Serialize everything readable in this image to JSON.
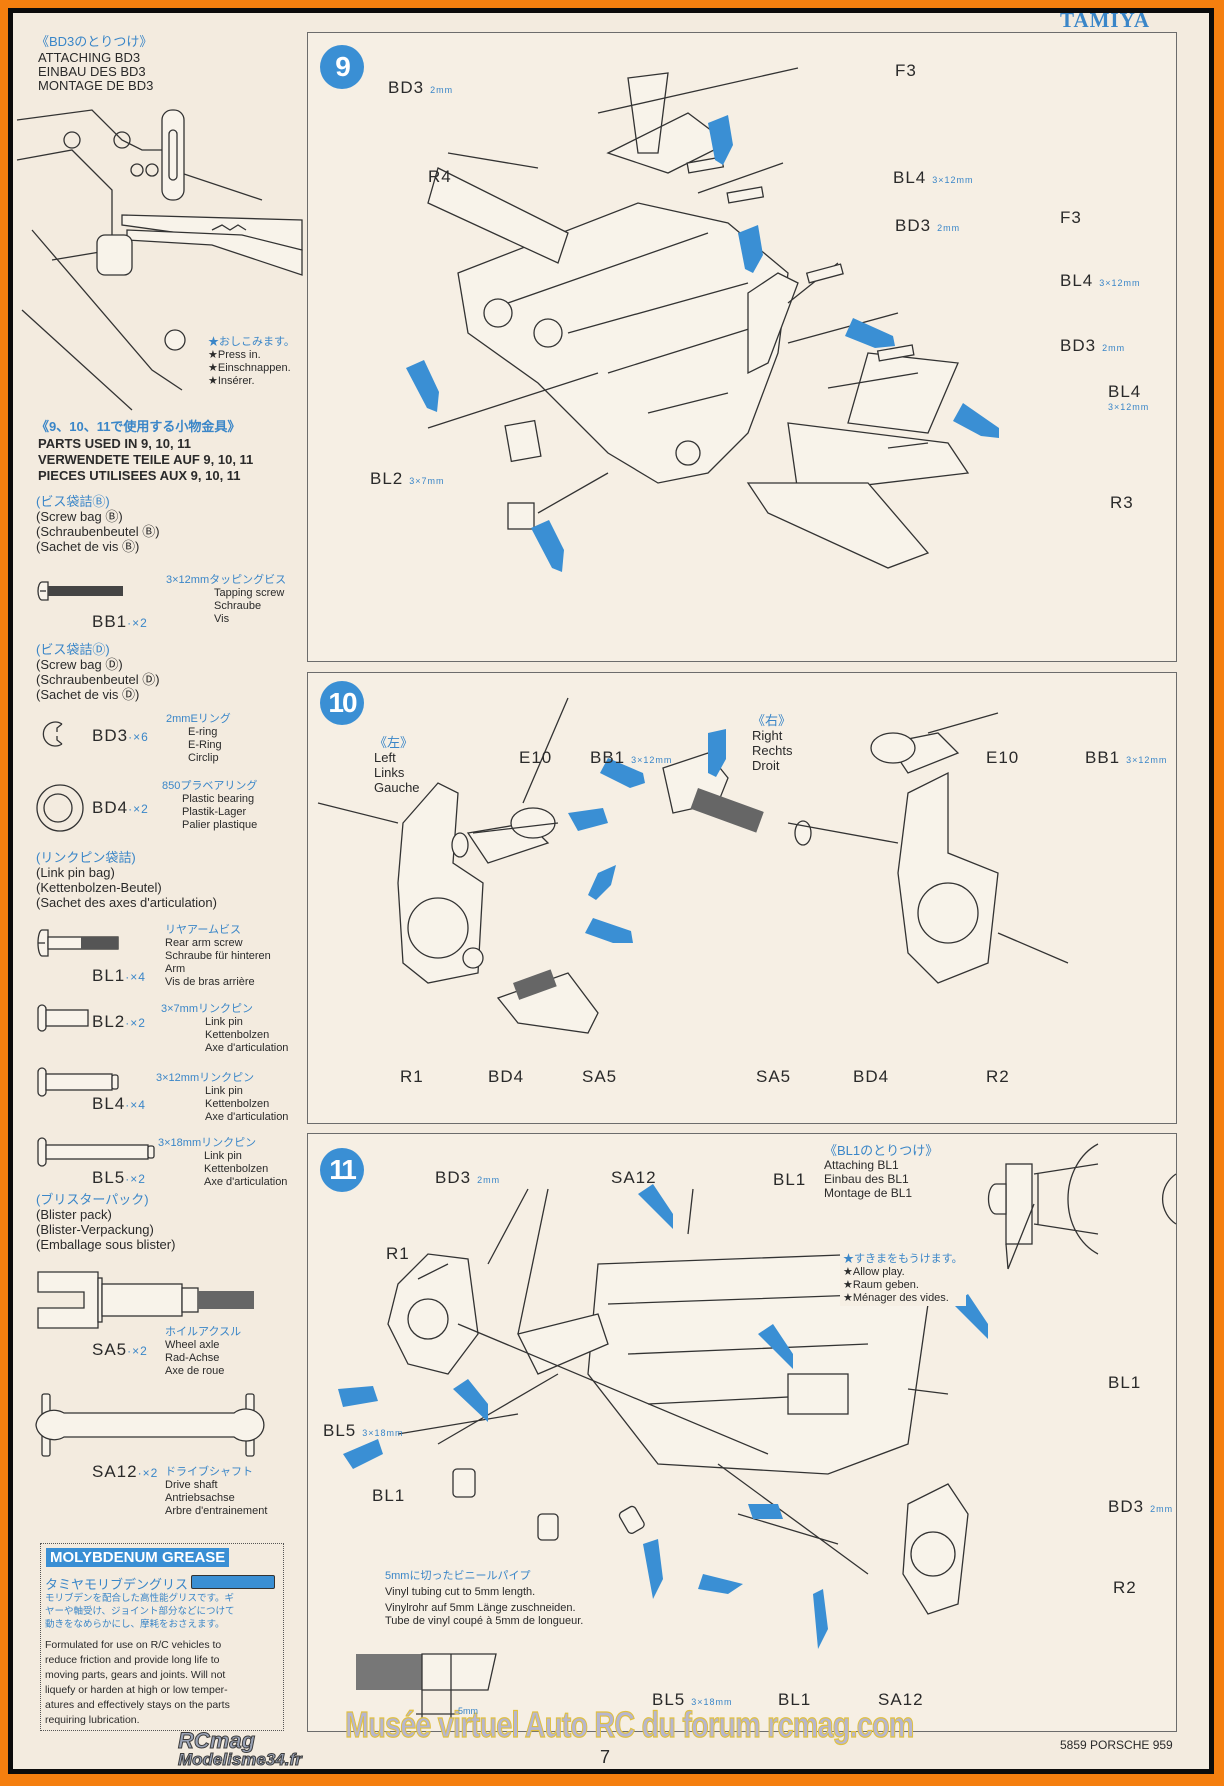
{
  "brand": "TAMIYA",
  "left_column": {
    "attach_bd3": {
      "title_jp": "《BD3のとりつけ》",
      "lines": [
        "ATTACHING BD3",
        "EINBAU DES BD3",
        "MONTAGE DE BD3"
      ],
      "note": [
        "★おしこみます。",
        "★Press in.",
        "★Einschnappen.",
        "★Insérer."
      ]
    },
    "parts_used": {
      "title_jp": "《9、10、11で使用する小物金具》",
      "lines": [
        "PARTS USED IN 9, 10, 11",
        "VERWENDETE TEILE AUF 9, 10, 11",
        "PIECES UTILISEES AUX 9, 10, 11"
      ]
    },
    "screw_bag_b": {
      "title_jp": "(ビス袋詰Ⓑ)",
      "lines": [
        "(Screw bag Ⓑ)",
        "(Schraubenbeutel Ⓑ)",
        "(Sachet de vis Ⓑ)"
      ]
    },
    "screw_bag_d": {
      "title_jp": "(ビス袋詰Ⓓ)",
      "lines": [
        "(Screw bag Ⓓ)",
        "(Schraubenbeutel Ⓓ)",
        "(Sachet de vis Ⓓ)"
      ]
    },
    "link_pin_bag": {
      "title_jp": "(リンクピン袋詰)",
      "lines": [
        "(Link pin bag)",
        "(Kettenbolzen-Beutel)",
        "(Sachet des axes d'articulation)"
      ]
    },
    "blister_pack": {
      "title_jp": "(ブリスターパック)",
      "lines": [
        "(Blister pack)",
        "(Blister-Verpackung)",
        "(Emballage sous blister)"
      ]
    },
    "parts": [
      {
        "code": "BB1",
        "qty": "·×2",
        "jp": "3×12mmタッピングビス",
        "desc": [
          "Tapping screw",
          "Schraube",
          "Vis"
        ]
      },
      {
        "code": "BD3",
        "qty": "·×6",
        "jp": "2mmEリング",
        "desc": [
          "E-ring",
          "E-Ring",
          "Circlip"
        ]
      },
      {
        "code": "BD4",
        "qty": "·×2",
        "jp": "850プラベアリング",
        "desc": [
          "Plastic bearing",
          "Plastik-Lager",
          "Palier plastique"
        ]
      },
      {
        "code": "BL1",
        "qty": "·×4",
        "jp": "リヤアームビス",
        "desc": [
          "Rear arm screw",
          "Schraube für hinteren",
          "Arm",
          "Vis de bras arrière"
        ]
      },
      {
        "code": "BL2",
        "qty": "·×2",
        "jp": "3×7mmリンクピン",
        "desc": [
          "Link pin",
          "Kettenbolzen",
          "Axe d'articulation"
        ]
      },
      {
        "code": "BL4",
        "qty": "·×4",
        "jp": "3×12mmリンクピン",
        "desc": [
          "Link pin",
          "Kettenbolzen",
          "Axe d'articulation"
        ]
      },
      {
        "code": "BL5",
        "qty": "·×2",
        "jp": "3×18mmリンクピン",
        "desc": [
          "Link pin",
          "Kettenbolzen",
          "Axe d'articulation"
        ]
      },
      {
        "code": "SA5",
        "qty": "·×2",
        "jp": "ホイルアクスル",
        "desc": [
          "Wheel axle",
          "Rad-Achse",
          "Axe de roue"
        ]
      },
      {
        "code": "SA12",
        "qty": "·×2",
        "jp": "ドライブシャフト",
        "desc": [
          "Drive shaft",
          "Antriebsachse",
          "Arbre d'entrainement"
        ]
      }
    ],
    "grease": {
      "logo": "MOLYBDENUM GREASE",
      "jp_title": "タミヤモリブデングリス",
      "jp_text": [
        "モリブデンを配合した高性能グリスです。ギ",
        "ヤーや軸受け、ジョイント部分などにつけて",
        "動きをなめらかにし、摩耗をおさえます。"
      ],
      "en_text": [
        "Formulated for use on R/C vehicles to",
        "reduce friction and provide long life to",
        "moving parts, gears and joints. Will not",
        "liquefy or harden at high or low temper-",
        "atures and effectively stays on the parts",
        "requiring lubrication."
      ]
    }
  },
  "step9": {
    "number": "9",
    "labels": [
      {
        "text": "BD3",
        "size": "2mm"
      },
      {
        "text": "F3",
        "size": ""
      },
      {
        "text": "R4",
        "size": ""
      },
      {
        "text": "BL4",
        "size": "3×12mm"
      },
      {
        "text": "BD3",
        "size": "2mm"
      },
      {
        "text": "F3",
        "size": ""
      },
      {
        "text": "BL4",
        "size": "3×12mm"
      },
      {
        "text": "BD3",
        "size": "2mm"
      },
      {
        "text": "BL4",
        "size": "3×12mm"
      },
      {
        "text": "BL2",
        "size": "3×7mm"
      },
      {
        "text": "R3",
        "size": ""
      }
    ]
  },
  "step10": {
    "number": "10",
    "left": {
      "jp": "《左》",
      "lines": [
        "Left",
        "Links",
        "Gauche"
      ]
    },
    "right": {
      "jp": "《右》",
      "lines": [
        "Right",
        "Rechts",
        "Droit"
      ]
    },
    "labels": [
      {
        "text": "E10",
        "size": ""
      },
      {
        "text": "BB1",
        "size": "3×12mm"
      },
      {
        "text": "E10",
        "size": ""
      },
      {
        "text": "BB1",
        "size": "3×12mm"
      },
      {
        "text": "R1"
      },
      {
        "text": "BD4"
      },
      {
        "text": "SA5"
      },
      {
        "text": "SA5"
      },
      {
        "text": "BD4"
      },
      {
        "text": "R2"
      }
    ]
  },
  "step11": {
    "number": "11",
    "attach_bl1": {
      "jp": "《BL1のとりつけ》",
      "lines": [
        "Attaching BL1",
        "Einbau des BL1",
        "Montage de BL1"
      ]
    },
    "note": [
      "★すきまをもうけます。",
      "★Allow play.",
      "★Raum geben.",
      "★Ménager des vides."
    ],
    "vinyl": {
      "jp": "5mmに切ったビニールパイプ",
      "lines": [
        "Vinyl tubing cut to 5mm length.",
        "Vinylrohr auf 5mm Länge zuschneiden.",
        "Tube de vinyl coupé à 5mm de longueur."
      ],
      "dim": "5mm"
    },
    "labels": [
      {
        "text": "BD3",
        "size": "2mm"
      },
      {
        "text": "SA12",
        "size": ""
      },
      {
        "text": "BL1",
        "size": ""
      },
      {
        "text": "R1",
        "size": ""
      },
      {
        "text": "BL1",
        "size": ""
      },
      {
        "text": "BL5",
        "size": "3×18mm"
      },
      {
        "text": "BL1",
        "size": ""
      },
      {
        "text": "BD3",
        "size": "2mm"
      },
      {
        "text": "R2",
        "size": ""
      },
      {
        "text": "BL5",
        "size": "3×18mm"
      },
      {
        "text": "BL1",
        "size": ""
      },
      {
        "text": "SA12",
        "size": ""
      }
    ]
  },
  "footer": {
    "page_number": "7",
    "model": "5859 PORSCHE 959",
    "watermark": "Musée virtuel Auto RC du forum rcmag.com",
    "watermark_logo": [
      "RCmag",
      "Modelisme34.fr"
    ]
  }
}
